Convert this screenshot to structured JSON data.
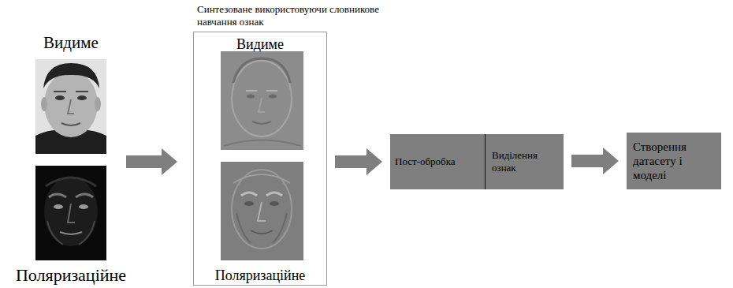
{
  "diagram": {
    "nodes": [
      {
        "text": [
          "Синтезоване використовуючи словникове навчання ознак",
          "Видиме",
          "Поляризаційне"
        ]
      },
      {
        "text": [
          "Пост-обробка"
        ]
      },
      {
        "text": [
          "Виділення ознак"
        ]
      },
      {
        "text": [
          "Створення датасету і моделі"
        ]
      }
    ],
    "edges": [
      {
        "from": 0,
        "to": 1,
        "arrow": "to"
      },
      {
        "from": 2,
        "to": 3,
        "arrow": "to"
      }
    ],
    "labels": [
      "Видиме",
      "Поляризаційне"
    ]
  }
}
